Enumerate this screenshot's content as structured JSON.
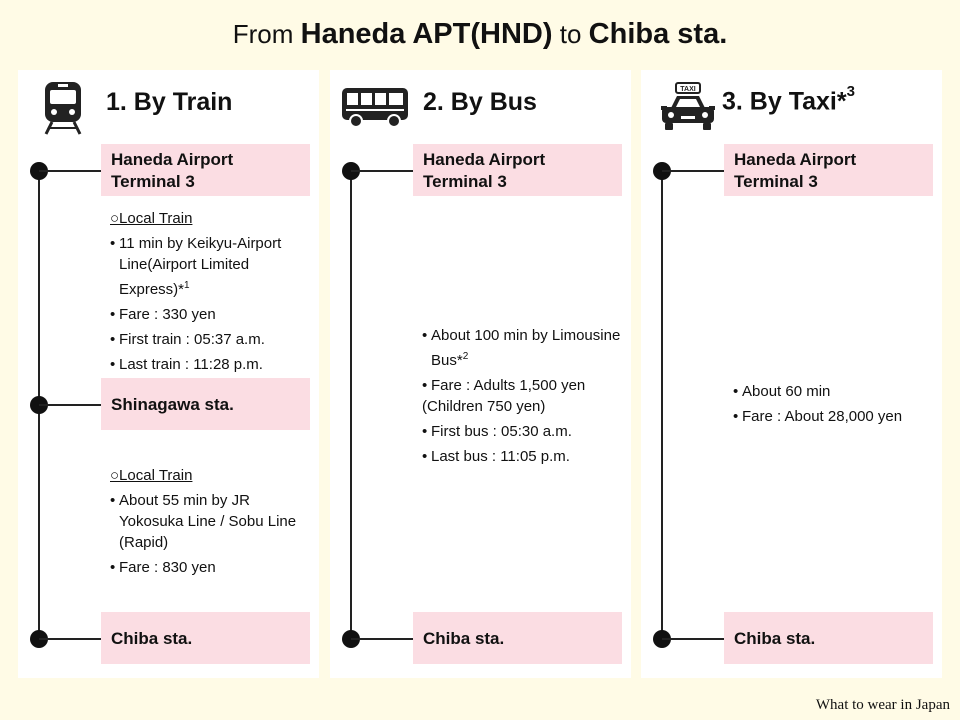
{
  "title": {
    "from": "From",
    "origin": "Haneda APT(HND)",
    "to": "to",
    "destination": "Chiba sta."
  },
  "panels": {
    "train": {
      "icon": "train-icon",
      "heading": "1. By Train",
      "stations": [
        "Haneda Airport\nTerminal 3",
        "Shinagawa sta.",
        "Chiba sta."
      ],
      "leg1": {
        "mode": "○Local Train",
        "lines": [
          "11 min by Keikyu-Airport Line(Airport Limited Express)*",
          "Fare : 330 yen",
          "First train : 05:37 a.m.",
          "Last train : 11:28 p.m."
        ],
        "note_mark": "1"
      },
      "leg2": {
        "mode": "○Local Train",
        "lines": [
          "About 55 min by JR Yokosuka Line / Sobu Line (Rapid)",
          "Fare : 830 yen"
        ]
      }
    },
    "bus": {
      "icon": "bus-icon",
      "heading": "2. By Bus",
      "stations": [
        "Haneda Airport\nTerminal 3",
        "Chiba sta."
      ],
      "lines": [
        "About 100 min by Limousine Bus*",
        "Fare : Adults 1,500 yen",
        "(Children 750 yen)",
        "First bus : 05:30 a.m.",
        "Last bus : 11:05 p.m."
      ],
      "note_mark": "2"
    },
    "taxi": {
      "icon": "taxi-icon",
      "heading": "3. By Taxi*",
      "heading_mark": "3",
      "taxi_sign": "TAXI",
      "stations": [
        "Haneda Airport\nTerminal 3",
        "Chiba sta."
      ],
      "lines": [
        "About 60 min",
        "Fare : About 28,000 yen"
      ]
    }
  },
  "footer": "What to wear in Japan"
}
